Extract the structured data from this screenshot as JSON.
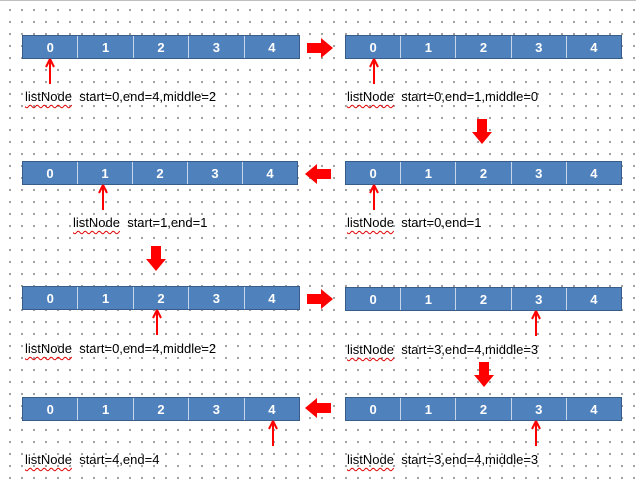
{
  "colors": {
    "array_fill": "#4f81bd",
    "array_border": "#385d8a",
    "arrow": "#ff0000"
  },
  "keyword": "listNode",
  "cells": [
    "0",
    "1",
    "2",
    "3",
    "4"
  ],
  "steps": [
    {
      "label_rest": "  start=0,end=4,middle=2",
      "pointer_index": 0
    },
    {
      "label_rest": "  start=0,end=1,middle=0",
      "pointer_index": 0
    },
    {
      "label_rest": "  start=0,end=1",
      "pointer_index": 0
    },
    {
      "label_rest": "  start=1,end=1",
      "pointer_index": 1
    },
    {
      "label_rest": "  start=0,end=4,middle=2",
      "pointer_index": 2
    },
    {
      "label_rest": "  start=3,end=4,middle=3",
      "pointer_index": 3
    },
    {
      "label_rest": "  start=3,end=4,middle=3",
      "pointer_index": 3
    },
    {
      "label_rest": "  start=4,end=4",
      "pointer_index": 4
    }
  ],
  "flow_arrows": [
    {
      "direction": "right"
    },
    {
      "direction": "down"
    },
    {
      "direction": "left"
    },
    {
      "direction": "down"
    },
    {
      "direction": "right"
    },
    {
      "direction": "down"
    },
    {
      "direction": "left"
    }
  ]
}
